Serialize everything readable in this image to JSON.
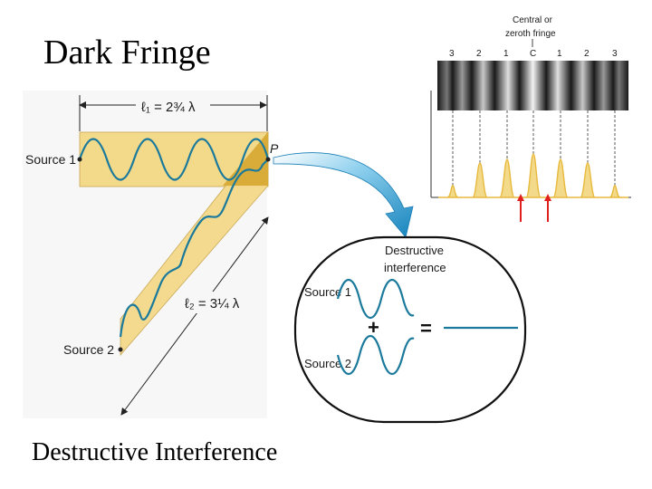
{
  "title": "Dark Fringe",
  "caption": "Destructive Interference",
  "path_diagram": {
    "l1_label": "ℓ₁ = 2¾ λ",
    "l2_label": "ℓ₂ = 3¼ λ",
    "source1_label": "Source 1",
    "source2_label": "Source 2",
    "point_label": "P"
  },
  "fringe_pattern": {
    "header_line1": "Central or",
    "header_line2": "zeroth fringe",
    "orders": [
      "3",
      "2",
      "1",
      "C",
      "1",
      "2",
      "3"
    ]
  },
  "inset": {
    "heading_line1": "Destructive",
    "heading_line2": "interference",
    "source1_label": "Source 1",
    "source2_label": "Source 2",
    "plus_sign": "+",
    "equals_sign": "="
  },
  "colors": {
    "wave": "#1b7a9c",
    "band": "#f3d98a",
    "band_overlap": "#d9ac3a",
    "peaks": "#e7b93d",
    "arrow": "#29a3d9",
    "marker": "#e01f1f"
  }
}
